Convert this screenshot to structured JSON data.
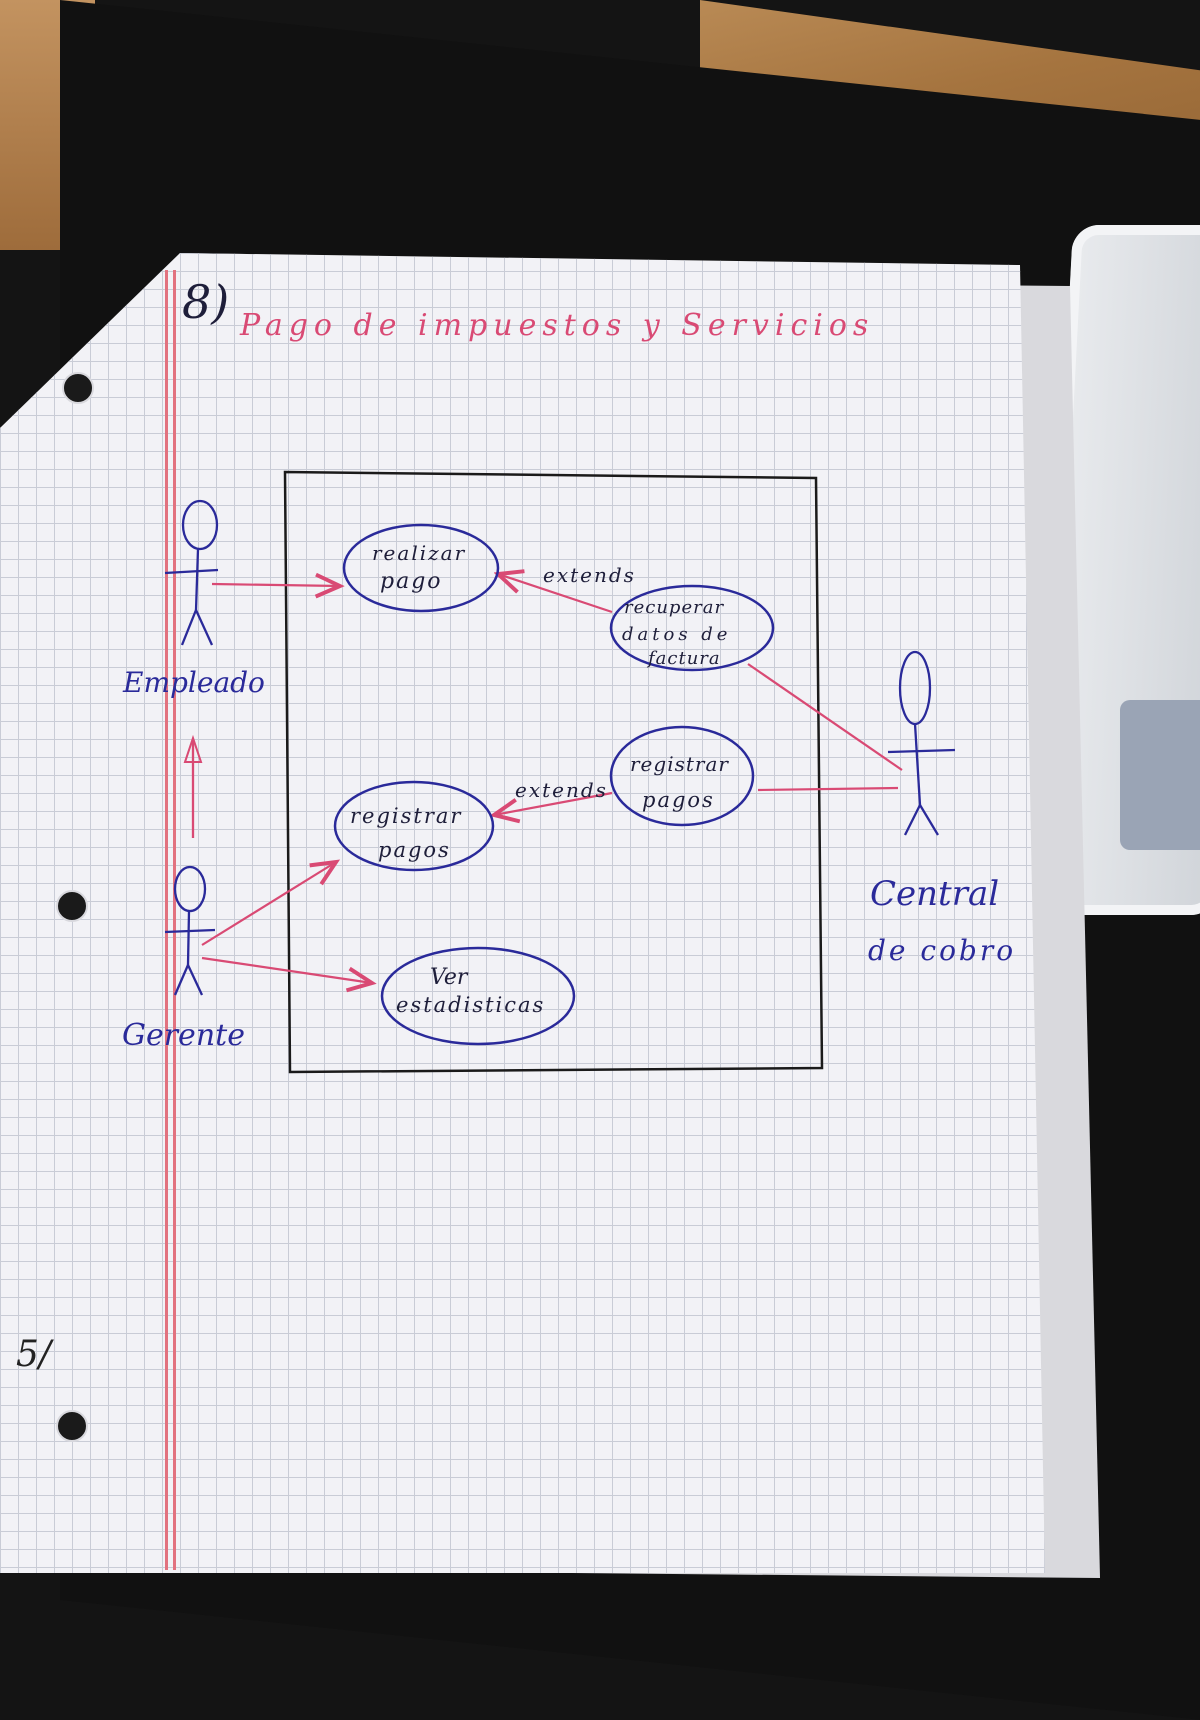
{
  "title": {
    "number": "8)",
    "text": "Pago de impuestos y Servicios"
  },
  "actors": {
    "empleado": "Empleado",
    "gerente": "Gerente",
    "central_line1": "Central",
    "central_line2": "de cobro"
  },
  "use_cases": {
    "realizar_pago": [
      "realizar",
      "pago"
    ],
    "recuperar_datos": [
      "recuperar",
      "datos de",
      "factura"
    ],
    "registrar_pagos_right": [
      "registrar",
      "pagos"
    ],
    "registrar_pagos_left": [
      "registrar",
      "pagos"
    ],
    "ver_estadisticas": [
      "Ver",
      "estadisticas"
    ]
  },
  "relations": {
    "extends_top": "extends",
    "extends_bottom": "extends"
  },
  "margin_note": "5/",
  "colors": {
    "ink_blue": "#2a2a9a",
    "ink_pink": "#d94a74",
    "ink_black": "#1a1a1a",
    "paper": "#f2f2f6",
    "grid": "#c9ccd6",
    "margin_red": "#e2727f"
  }
}
